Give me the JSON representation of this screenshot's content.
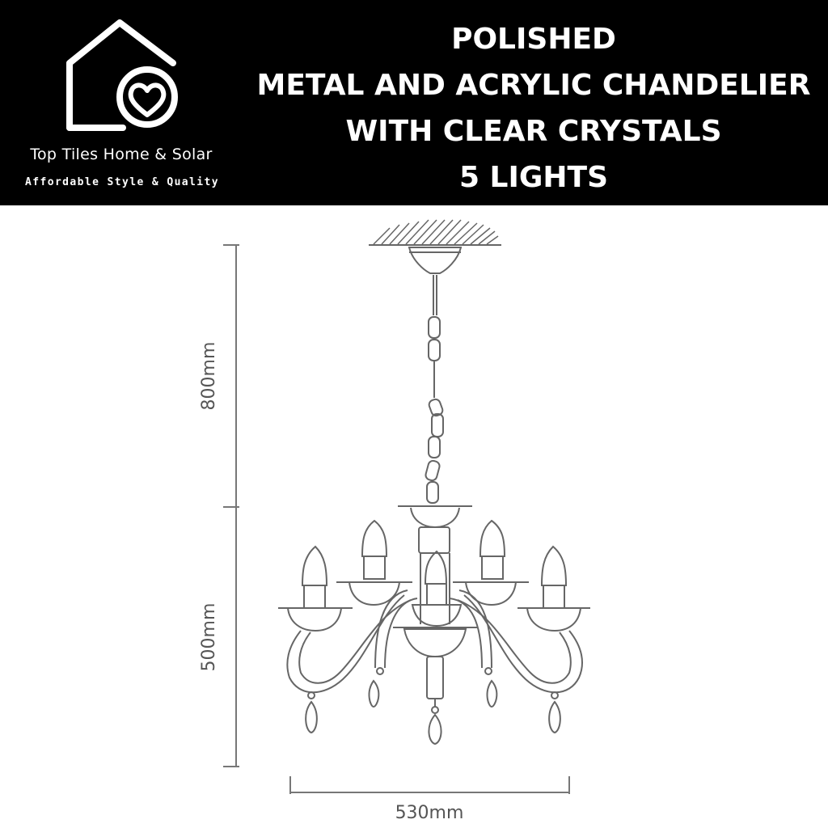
{
  "brand": {
    "name": "Top Tiles Home & Solar",
    "tagline": "Affordable Style & Quality",
    "logo_icon": "house-heart-icon"
  },
  "title": {
    "lines": [
      "POLISHED",
      "METAL AND ACRYLIC CHANDELIER",
      "WITH CLEAR CRYSTALS",
      "5 LIGHTS"
    ]
  },
  "dimensions": {
    "chain_height": "800mm",
    "body_height": "500mm",
    "width": "530mm"
  },
  "colors": {
    "header_bg": "#000000",
    "header_text": "#ffffff",
    "line_art": "#666666",
    "dimension_text": "#555555"
  }
}
